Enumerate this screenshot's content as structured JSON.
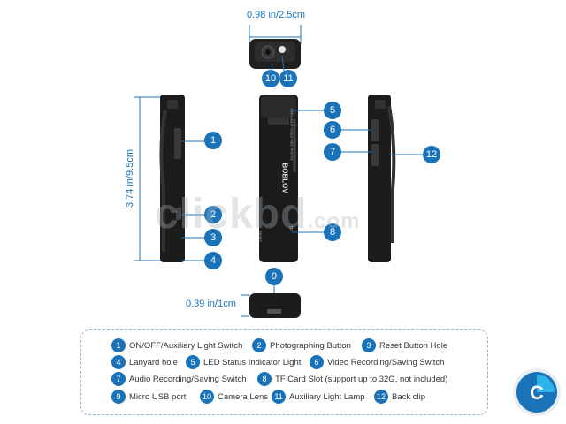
{
  "dimensions": {
    "width_label": "0.98 in/2.5cm",
    "height_label": "3.74 in/9.5cm",
    "depth_label": "0.39 in/1cm"
  },
  "device_text": {
    "brand": "BOBLOV",
    "mode_labels": "OFF/LIGHT  VIDEO  REC  PHOTO",
    "reset": "RESET",
    "tf": "TF"
  },
  "callouts": [
    "1",
    "2",
    "3",
    "4",
    "5",
    "6",
    "7",
    "8",
    "9",
    "10",
    "11",
    "12"
  ],
  "legend": [
    {
      "n": "1",
      "label": "ON/OFF/Auxiliary Light Switch"
    },
    {
      "n": "2",
      "label": "Photographing Button"
    },
    {
      "n": "3",
      "label": "Reset Button Hole"
    },
    {
      "n": "4",
      "label": "Lanyard hole"
    },
    {
      "n": "5",
      "label": "LED Status Indicator Light"
    },
    {
      "n": "6",
      "label": "Video Recording/Saving Switch"
    },
    {
      "n": "7",
      "label": "Audio Recording/Saving  Switch"
    },
    {
      "n": "8",
      "label": "TF Card Slot (support up to 32G, not included)"
    },
    {
      "n": "9",
      "label": "Micro USB port"
    },
    {
      "n": "10",
      "label": "Camera Lens"
    },
    {
      "n": "11",
      "label": "Auxiliary Light Lamp"
    },
    {
      "n": "12",
      "label": "Back clip"
    }
  ],
  "watermark": {
    "main": "clickbd",
    "tld": ".com"
  },
  "logo_badge": {
    "text": "C",
    "colors": {
      "primary": "#1a73b8",
      "secondary": "#2cb3e8"
    }
  },
  "colors": {
    "accent": "#1a73b8",
    "device": "#1b1b1b",
    "legend_border": "#8fb7da"
  }
}
